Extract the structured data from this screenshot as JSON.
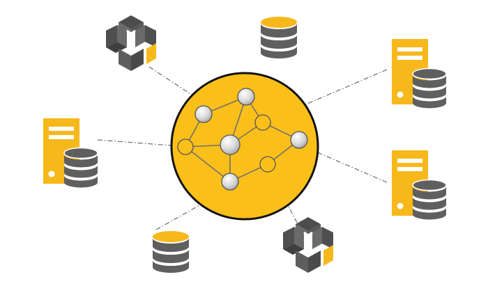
{
  "diagram": {
    "type": "hub-network",
    "colors": {
      "background": "#ffffff",
      "hub_fill": "#fbbf1a",
      "hub_outline": "#111111",
      "accent": "#f7b81b",
      "icon_gray": "#5f5f5f",
      "node_gray": "#d4d4d4",
      "node_outline": "#555555",
      "connector": "#6b6b6b"
    },
    "hub": {
      "name": "network-hub",
      "node_count": 9,
      "edge_count": 11
    },
    "peripherals": [
      {
        "name": "block-cube-icon",
        "kind": "blockchain-cube"
      },
      {
        "name": "database-icon",
        "kind": "database"
      },
      {
        "name": "server-database-icon",
        "kind": "server-with-database"
      },
      {
        "name": "server-database-icon",
        "kind": "server-with-database"
      },
      {
        "name": "server-database-icon",
        "kind": "server-with-database"
      },
      {
        "name": "database-icon",
        "kind": "database"
      },
      {
        "name": "block-cube-icon",
        "kind": "blockchain-cube"
      }
    ]
  }
}
